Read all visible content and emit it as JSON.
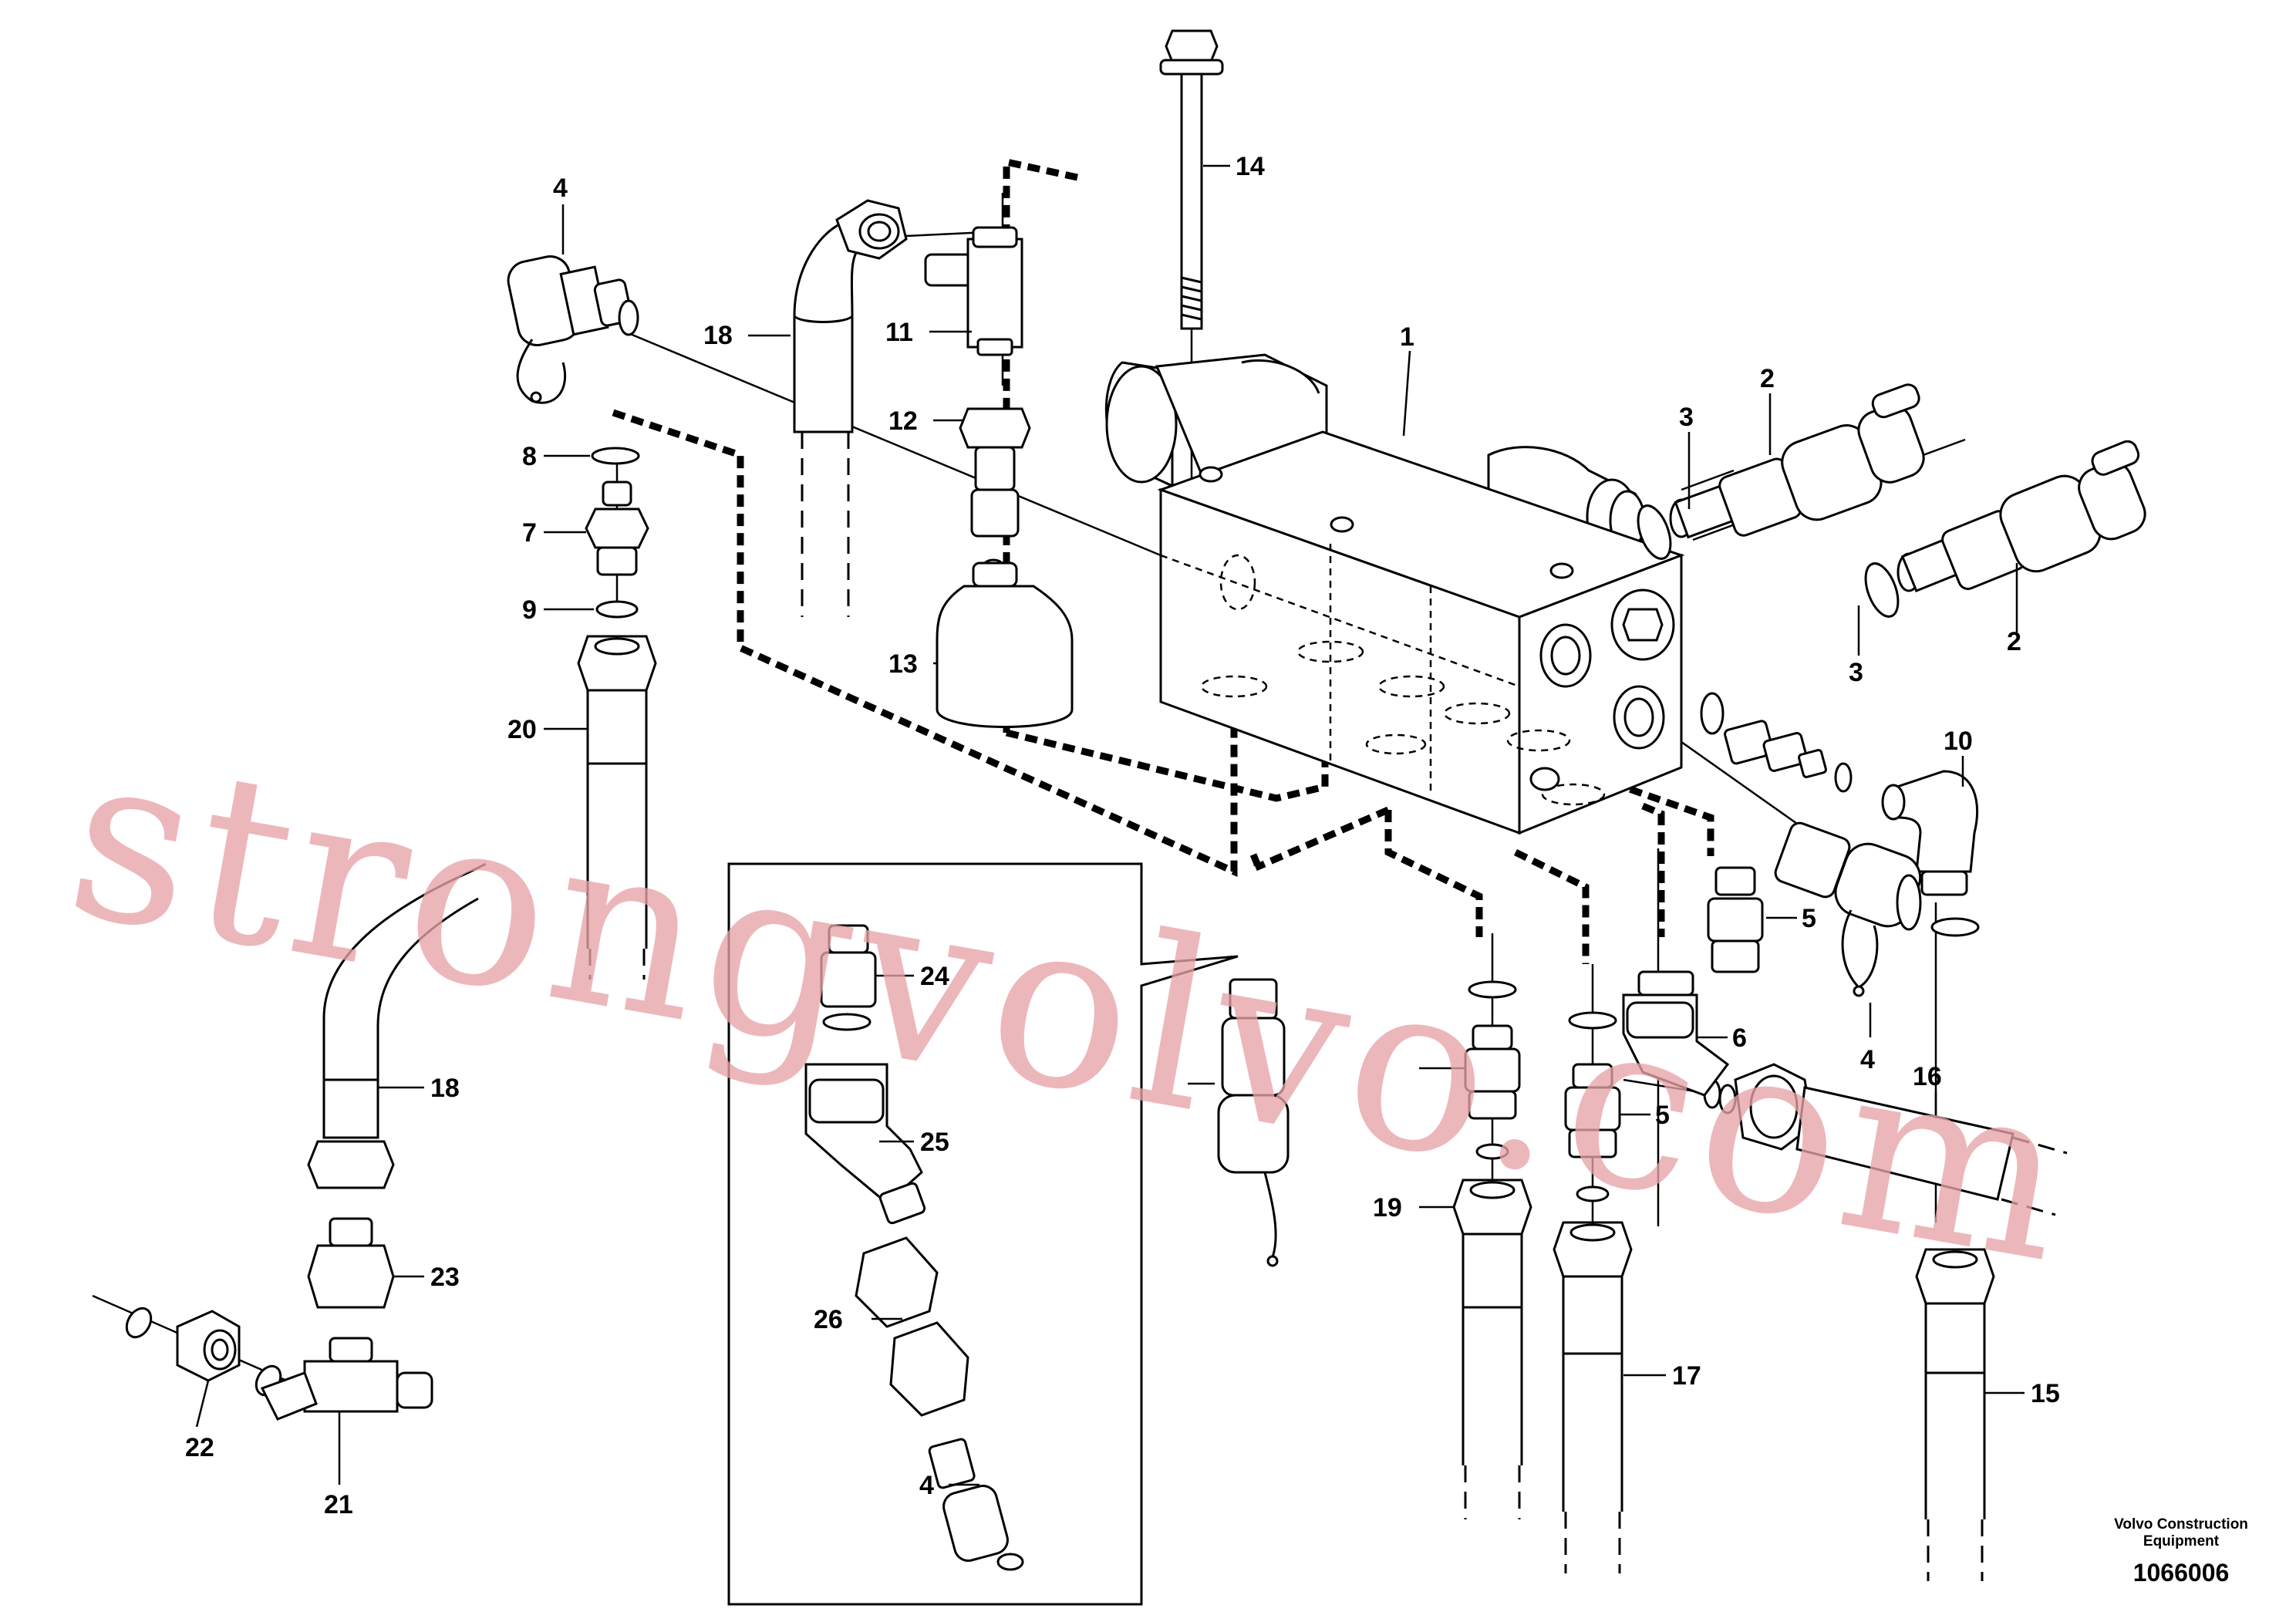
{
  "diagram": {
    "type": "exploded-parts-diagram",
    "callouts": {
      "c1": "1",
      "c2a": "2",
      "c2b": "2",
      "c3a": "3",
      "c3b": "3",
      "c4a": "4",
      "c4b": "4",
      "c4c": "4",
      "c5a": "5",
      "c5b": "5",
      "c6": "6",
      "c7": "7",
      "c8": "8",
      "c9": "9",
      "c10": "10",
      "c11": "11",
      "c12": "12",
      "c13": "13",
      "c14": "14",
      "c15": "15",
      "c16": "16",
      "c17": "17",
      "c18a": "18",
      "c18b": "18",
      "c19": "19",
      "c20": "20",
      "c21": "21",
      "c22": "22",
      "c23": "23",
      "c24": "24",
      "c25": "25",
      "c26": "26"
    },
    "publisher_line1": "Volvo Construction",
    "publisher_line2": "Equipment",
    "drawing_number": "1066006",
    "watermark": "strongvolvo.com"
  }
}
